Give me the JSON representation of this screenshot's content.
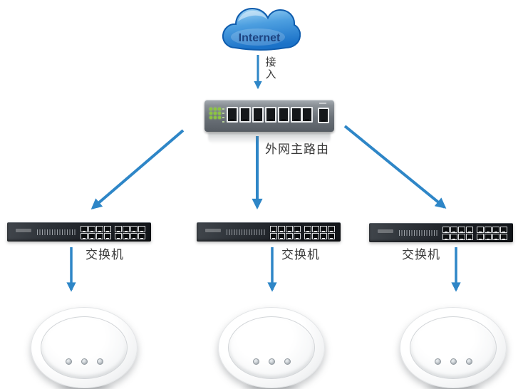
{
  "diagram_title": "wireless network topology",
  "colors": {
    "arrow_blue": "#2E86C7",
    "cloud_blue_light": "#A6D9F7",
    "cloud_blue_mid": "#4D9FE0",
    "cloud_blue_dark": "#1B72C8",
    "cloud_outline": "#0F5CAD",
    "cloud_text": "#1D4380",
    "label_text": "#3A3A3A",
    "led_green": "#8CC63F",
    "router_body": "#6B7178",
    "switch_body": "#1A1D22",
    "ap_body": "#FFFFFF"
  },
  "nodes": {
    "internet": {
      "label": "Internet"
    },
    "access_link": {
      "label": "接入"
    },
    "router": {
      "label": "外网主路由"
    },
    "switches": [
      {
        "label": "交换机"
      },
      {
        "label": "交换机"
      },
      {
        "label": "交换机"
      }
    ],
    "access_points": {
      "count": 3
    }
  },
  "hardware": {
    "router_lan_ports": 6,
    "router_uplink_ports": 1,
    "router_wan_ports": 1,
    "switch_ports_per_group": 8,
    "switch_port_groups": 2,
    "ap_led_count": 3
  },
  "connections": [
    {
      "from": "internet",
      "to": "router",
      "label": "接入"
    },
    {
      "from": "router",
      "to": "switch-1"
    },
    {
      "from": "router",
      "to": "switch-2"
    },
    {
      "from": "router",
      "to": "switch-3"
    },
    {
      "from": "switch-1",
      "to": "ap-1"
    },
    {
      "from": "switch-2",
      "to": "ap-2"
    },
    {
      "from": "switch-3",
      "to": "ap-3"
    }
  ]
}
